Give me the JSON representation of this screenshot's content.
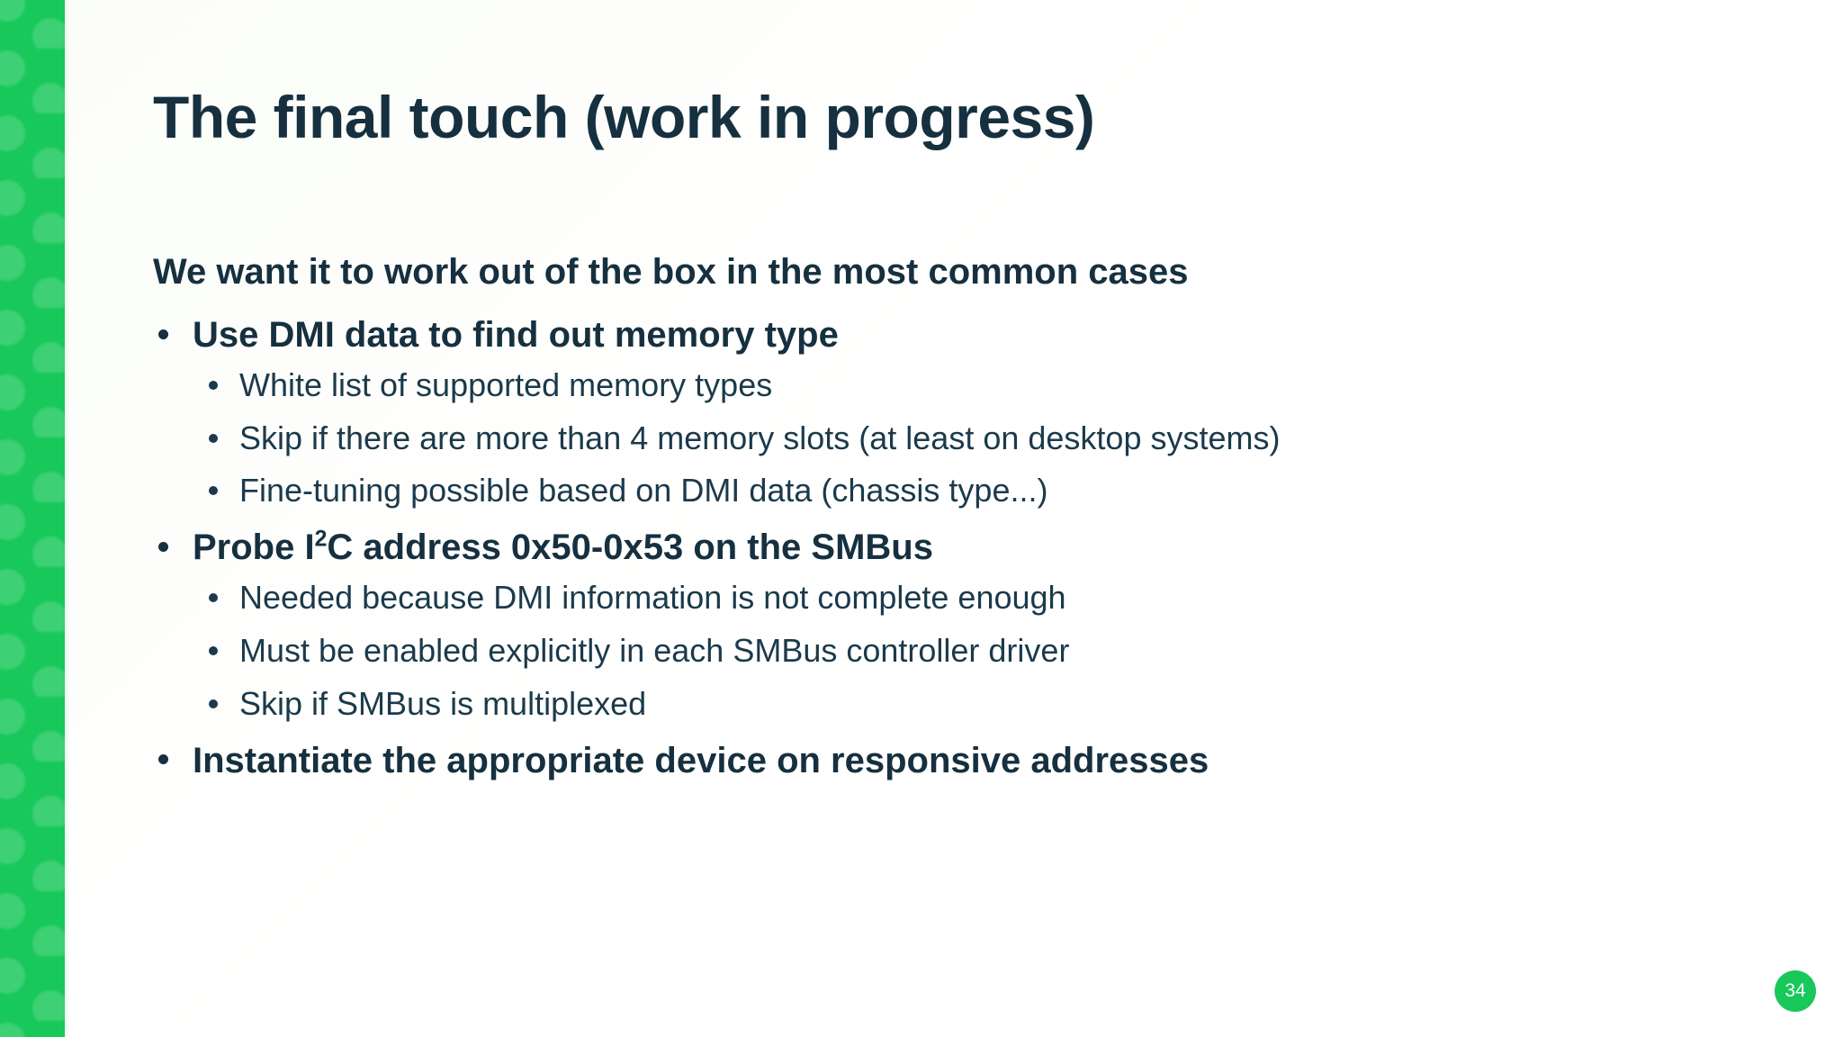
{
  "slide": {
    "title": "The final touch (work in progress)",
    "lead": "We want it to work out of the box in the most common cases",
    "bullets": [
      {
        "text": "Use DMI data to find out memory type",
        "children": [
          "White list of supported memory types",
          "Skip if there are more than 4 memory slots (at least on desktop systems)",
          "Fine-tuning possible based on DMI data (chassis type...)"
        ]
      },
      {
        "text_before": "Probe I",
        "superscript": "2",
        "text_after": "C address 0x50-0x53 on the SMBus",
        "children": [
          "Needed because DMI information is not complete enough",
          "Must be enabled explicitly in each SMBus controller driver",
          "Skip if SMBus is multiplexed"
        ]
      },
      {
        "text": "Instantiate the appropriate device on responsive addresses",
        "children": []
      }
    ],
    "page_number": "34"
  },
  "theme": {
    "accent_green": "#18c85a",
    "text_navy": "#16303f",
    "subtext_navy": "#1b3a4b",
    "background": "#ffffff"
  }
}
